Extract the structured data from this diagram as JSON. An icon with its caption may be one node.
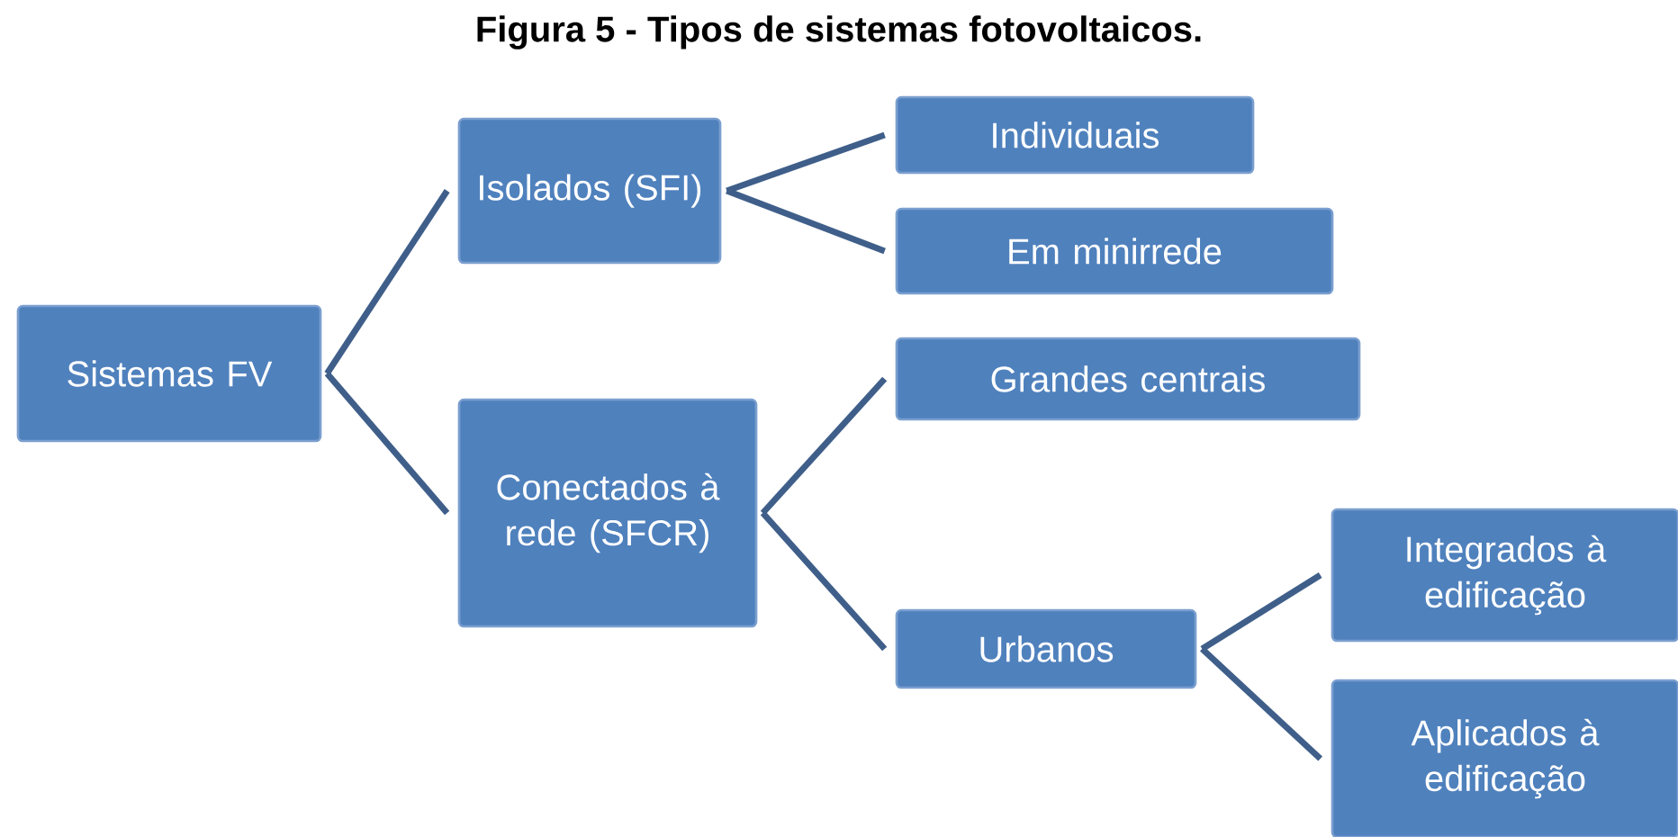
{
  "diagram": {
    "title": "Figura 5 - Tipos de sistemas fotovoltaicos.",
    "nodes": [
      {
        "text": [
          "Sistemas FV"
        ]
      },
      {
        "text": [
          "Isolados (SFI)"
        ]
      },
      {
        "text": [
          "Conectados à rede (SFCR)"
        ]
      },
      {
        "text": [
          "Individuais"
        ]
      },
      {
        "text": [
          "Em minirrede"
        ]
      },
      {
        "text": [
          "Grandes centrais"
        ]
      },
      {
        "text": [
          "Urbanos"
        ]
      },
      {
        "text": [
          "Integrados à edificação"
        ]
      },
      {
        "text": [
          "Aplicados à edificação"
        ]
      }
    ],
    "edges": [
      {
        "from": 0,
        "to": 1,
        "arrow": "none"
      },
      {
        "from": 0,
        "to": 2,
        "arrow": "none"
      },
      {
        "from": 1,
        "to": 3,
        "arrow": "none"
      },
      {
        "from": 1,
        "to": 4,
        "arrow": "none"
      },
      {
        "from": 2,
        "to": 5,
        "arrow": "none"
      },
      {
        "from": 2,
        "to": 6,
        "arrow": "none"
      },
      {
        "from": 6,
        "to": 7,
        "arrow": "none"
      },
      {
        "from": 6,
        "to": 8,
        "arrow": "none"
      }
    ]
  }
}
